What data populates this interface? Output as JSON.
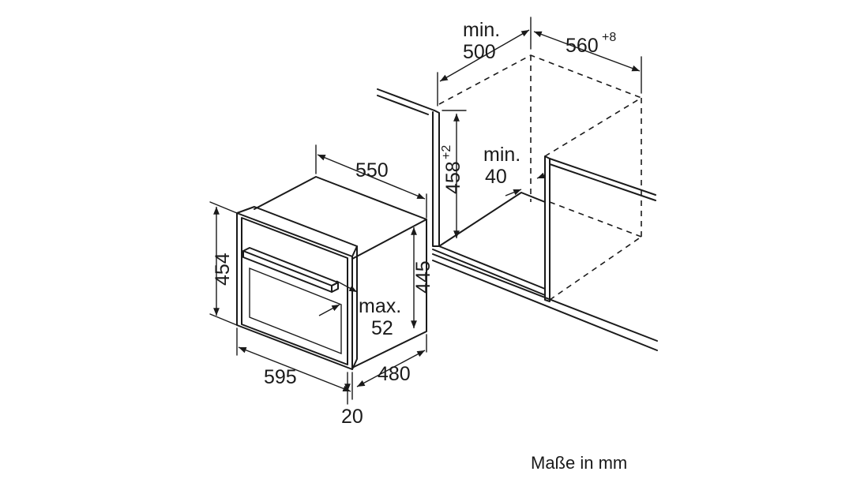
{
  "labels": {
    "width_cabinet": "560",
    "width_cabinet_tol": "+8",
    "min_depth_line1": "min.",
    "min_depth_line2": "500",
    "height_niche": "458",
    "height_niche_tol": "+2",
    "min_gap_line1": "min.",
    "min_gap_line2": "40",
    "appliance_depth": "550",
    "appliance_height": "454",
    "body_height": "445",
    "max_line1": "max.",
    "max_line2": "52",
    "appliance_width": "595",
    "body_depth": "480",
    "front_thickness": "20"
  },
  "caption": "Maße in mm"
}
